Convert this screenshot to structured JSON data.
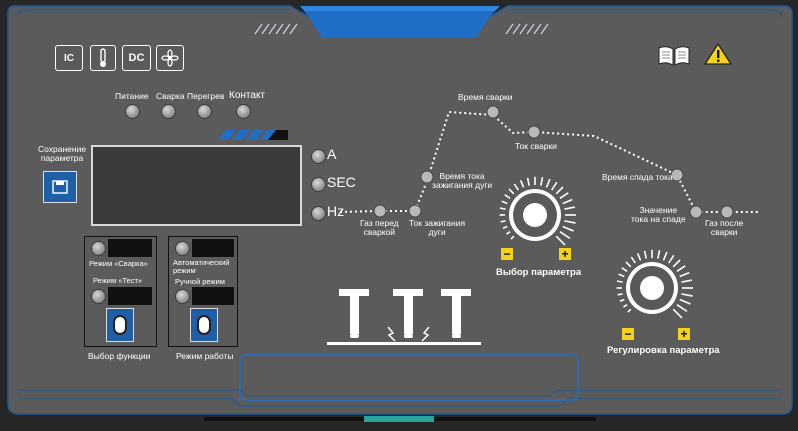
{
  "top_icons": [
    {
      "name": "ic-chip-icon",
      "label": "IC"
    },
    {
      "name": "thermometer-icon",
      "label": ""
    },
    {
      "name": "dc-icon",
      "label": "DC"
    },
    {
      "name": "fan-icon",
      "label": ""
    }
  ],
  "status_leds": {
    "power": "Питание",
    "weld": "Сварка",
    "overheat": "Перегрев",
    "contact": "Контакт"
  },
  "save": {
    "label_line1": "Сохранение",
    "label_line2": "параметра"
  },
  "units": {
    "a": "A",
    "sec": "SEC",
    "hz": "Hz"
  },
  "function_select": {
    "mode_weld": "Режим «Сварка»",
    "mode_test": "Режим «Тест»",
    "knob_value": "0",
    "title": "Выбор функции"
  },
  "work_mode": {
    "auto_line1": "Автоматический",
    "auto_line2": "режим",
    "manual": "Ручной режим",
    "knob_value": "0",
    "title": "Режим работы"
  },
  "graph": {
    "weld_time": "Время сварки",
    "weld_current": "Ток сварки",
    "ignition_time_line1": "Время тока",
    "ignition_time_line2": "зажигания дуги",
    "downslope_time": "Время спада тока",
    "pre_gas_line1": "Газ перед",
    "pre_gas_line2": "сваркой",
    "ignition_current_line1": "Ток зажигания",
    "ignition_current_line2": "дуги",
    "downslope_value_line1": "Значение",
    "downslope_value_line2": "тока на спаде",
    "post_gas_line1": "Газ после",
    "post_gas_line2": "сварки"
  },
  "param_select": {
    "title": "Выбор параметра",
    "minus": "−",
    "plus": "+"
  },
  "param_adjust": {
    "title": "Регулировка параметра",
    "minus": "−",
    "plus": "+"
  },
  "colors": {
    "panel": "#595959",
    "accent_blue": "#1f6fc9",
    "led_off": "#9a9a9a",
    "sign_yellow": "#f2d21a",
    "teal": "#2aa59a"
  }
}
